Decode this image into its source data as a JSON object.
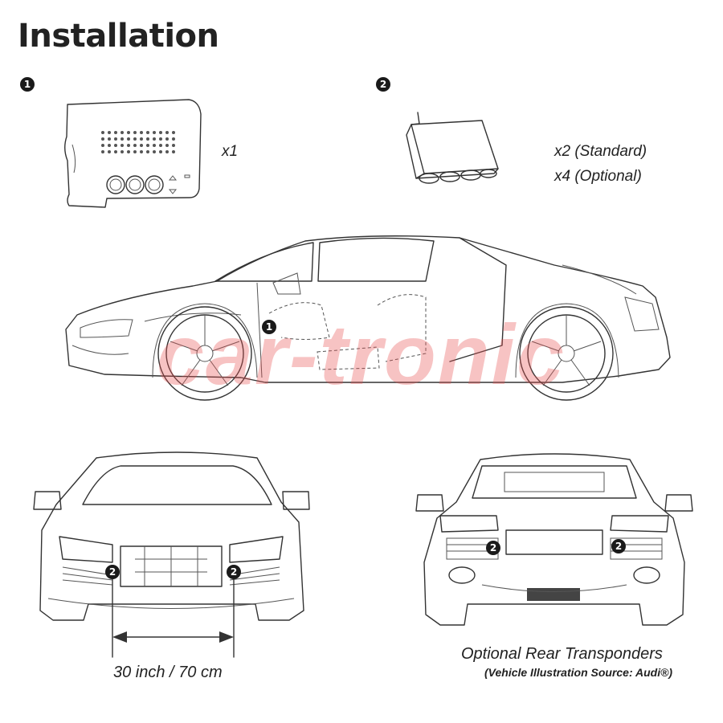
{
  "page": {
    "title": "Installation"
  },
  "items": [
    {
      "marker": "1",
      "quantities": [
        "x1"
      ]
    },
    {
      "marker": "2",
      "quantities": [
        "x2 (Standard)",
        "x4 (Optional)"
      ]
    }
  ],
  "side_view": {
    "callout": "1"
  },
  "front_view": {
    "callouts": [
      "2",
      "2"
    ],
    "dimension_label": "30 inch / 70 cm"
  },
  "rear_view": {
    "callouts": [
      "2",
      "2"
    ],
    "caption": "Optional Rear Transponders",
    "source_note": "(Vehicle Illustration Source: Audi®)"
  },
  "watermark": {
    "text": "car-tronic",
    "color": "#e85050"
  }
}
